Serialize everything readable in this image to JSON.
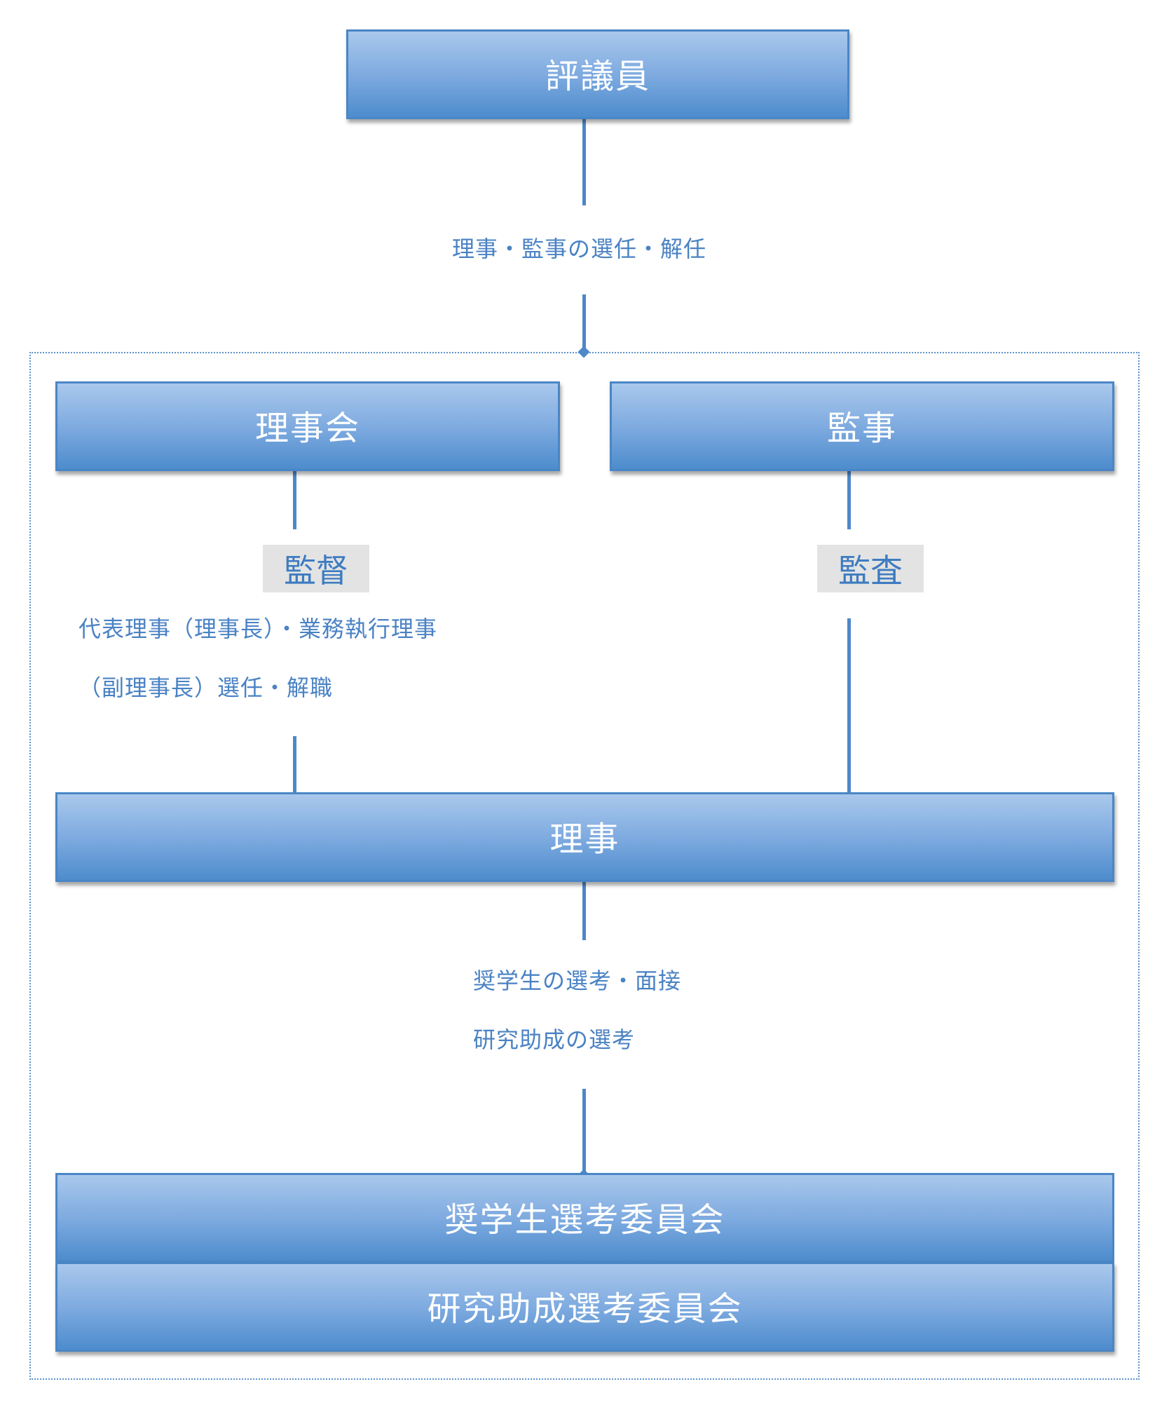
{
  "nodes": {
    "council": "評議員",
    "board": "理事会",
    "auditor": "監事",
    "directors": "理事",
    "scholarship_committee": "奨学生選考委員会",
    "research_committee": "研究助成選考委員会"
  },
  "tags": {
    "supervision": "監督",
    "audit": "監査"
  },
  "labels": {
    "council_role": "理事・監事の選任・解任",
    "board_role_line1": "代表理事（理事長）・業務執行理事",
    "board_role_line2": "（副理事長）選任・解職",
    "directors_role_line1": "奨学生の選考・面接",
    "directors_role_line2": "研究助成の選考"
  }
}
